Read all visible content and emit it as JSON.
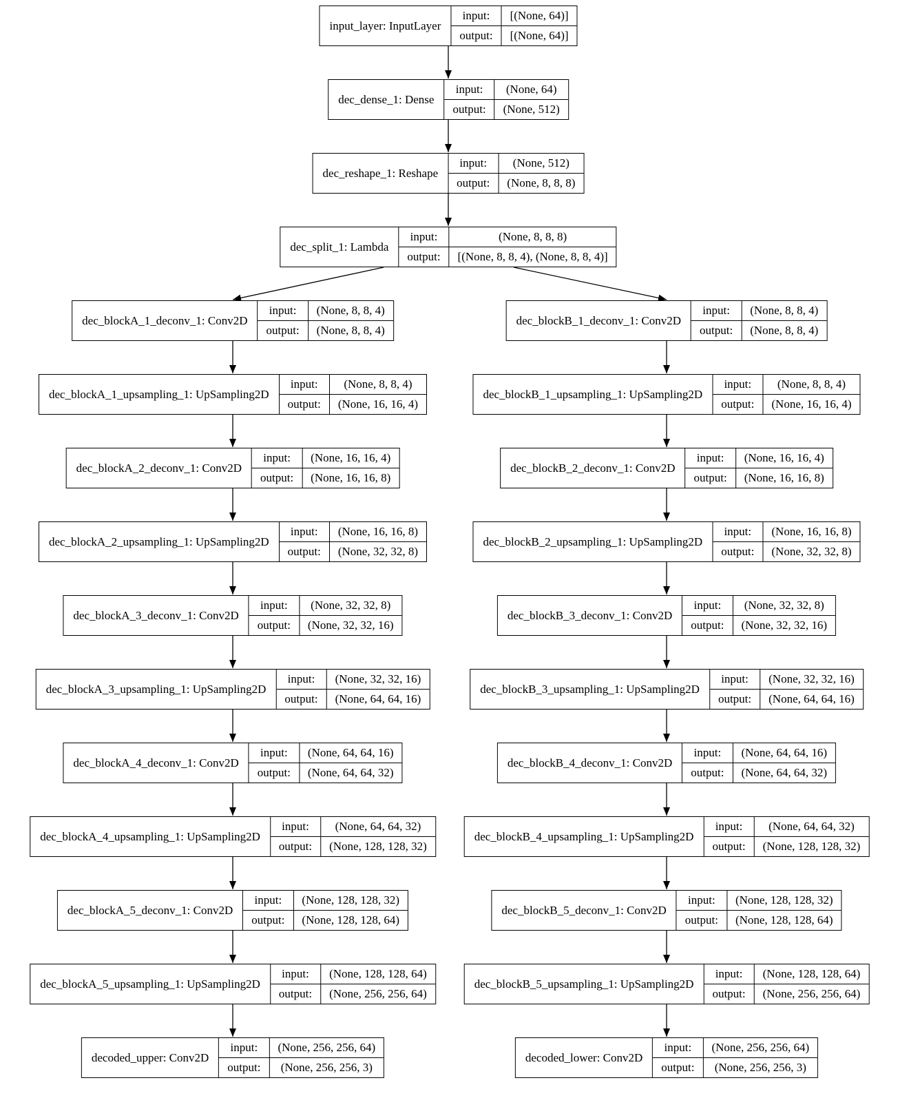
{
  "colors": {
    "border": "#000000",
    "background": "#ffffff",
    "text": "#000000",
    "edge": "#000000"
  },
  "io_labels": {
    "input": "input:",
    "output": "output:"
  },
  "stem": [
    {
      "label": "input_layer: InputLayer",
      "input": "[(None, 64)]",
      "output": "[(None, 64)]"
    },
    {
      "label": "dec_dense_1: Dense",
      "input": "(None, 64)",
      "output": "(None, 512)"
    },
    {
      "label": "dec_reshape_1: Reshape",
      "input": "(None, 512)",
      "output": "(None, 8, 8, 8)"
    },
    {
      "label": "dec_split_1: Lambda",
      "input": "(None, 8, 8, 8)",
      "output": "[(None, 8, 8, 4), (None, 8, 8, 4)]"
    }
  ],
  "branch_a": [
    {
      "label": "dec_blockA_1_deconv_1: Conv2D",
      "input": "(None, 8, 8, 4)",
      "output": "(None, 8, 8, 4)"
    },
    {
      "label": "dec_blockA_1_upsampling_1: UpSampling2D",
      "input": "(None, 8, 8, 4)",
      "output": "(None, 16, 16, 4)"
    },
    {
      "label": "dec_blockA_2_deconv_1: Conv2D",
      "input": "(None, 16, 16, 4)",
      "output": "(None, 16, 16, 8)"
    },
    {
      "label": "dec_blockA_2_upsampling_1: UpSampling2D",
      "input": "(None, 16, 16, 8)",
      "output": "(None, 32, 32, 8)"
    },
    {
      "label": "dec_blockA_3_deconv_1: Conv2D",
      "input": "(None, 32, 32, 8)",
      "output": "(None, 32, 32, 16)"
    },
    {
      "label": "dec_blockA_3_upsampling_1: UpSampling2D",
      "input": "(None, 32, 32, 16)",
      "output": "(None, 64, 64, 16)"
    },
    {
      "label": "dec_blockA_4_deconv_1: Conv2D",
      "input": "(None, 64, 64, 16)",
      "output": "(None, 64, 64, 32)"
    },
    {
      "label": "dec_blockA_4_upsampling_1: UpSampling2D",
      "input": "(None, 64, 64, 32)",
      "output": "(None, 128, 128, 32)"
    },
    {
      "label": "dec_blockA_5_deconv_1: Conv2D",
      "input": "(None, 128, 128, 32)",
      "output": "(None, 128, 128, 64)"
    },
    {
      "label": "dec_blockA_5_upsampling_1: UpSampling2D",
      "input": "(None, 128, 128, 64)",
      "output": "(None, 256, 256, 64)"
    },
    {
      "label": "decoded_upper: Conv2D",
      "input": "(None, 256, 256, 64)",
      "output": "(None, 256, 256, 3)"
    }
  ],
  "branch_b": [
    {
      "label": "dec_blockB_1_deconv_1: Conv2D",
      "input": "(None, 8, 8, 4)",
      "output": "(None, 8, 8, 4)"
    },
    {
      "label": "dec_blockB_1_upsampling_1: UpSampling2D",
      "input": "(None, 8, 8, 4)",
      "output": "(None, 16, 16, 4)"
    },
    {
      "label": "dec_blockB_2_deconv_1: Conv2D",
      "input": "(None, 16, 16, 4)",
      "output": "(None, 16, 16, 8)"
    },
    {
      "label": "dec_blockB_2_upsampling_1: UpSampling2D",
      "input": "(None, 16, 16, 8)",
      "output": "(None, 32, 32, 8)"
    },
    {
      "label": "dec_blockB_3_deconv_1: Conv2D",
      "input": "(None, 32, 32, 8)",
      "output": "(None, 32, 32, 16)"
    },
    {
      "label": "dec_blockB_3_upsampling_1: UpSampling2D",
      "input": "(None, 32, 32, 16)",
      "output": "(None, 64, 64, 16)"
    },
    {
      "label": "dec_blockB_4_deconv_1: Conv2D",
      "input": "(None, 64, 64, 16)",
      "output": "(None, 64, 64, 32)"
    },
    {
      "label": "dec_blockB_4_upsampling_1: UpSampling2D",
      "input": "(None, 64, 64, 32)",
      "output": "(None, 128, 128, 32)"
    },
    {
      "label": "dec_blockB_5_deconv_1: Conv2D",
      "input": "(None, 128, 128, 32)",
      "output": "(None, 128, 128, 64)"
    },
    {
      "label": "dec_blockB_5_upsampling_1: UpSampling2D",
      "input": "(None, 128, 128, 64)",
      "output": "(None, 256, 256, 64)"
    },
    {
      "label": "decoded_lower: Conv2D",
      "input": "(None, 256, 256, 64)",
      "output": "(None, 256, 256, 3)"
    }
  ]
}
